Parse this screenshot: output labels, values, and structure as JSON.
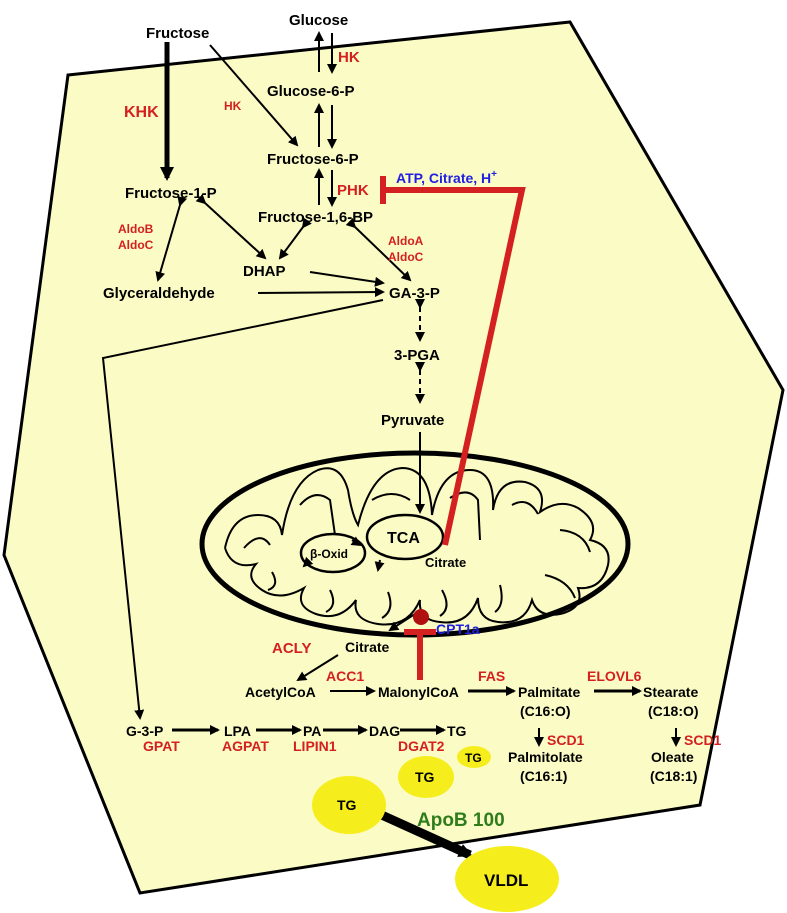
{
  "metabolites": {
    "fructose": "Fructose",
    "glucose": "Glucose",
    "glucose_6_p": "Glucose-6-P",
    "fructose_6_p": "Fructose-6-P",
    "fructose_1_p": "Fructose-1-P",
    "fructose_16_bp": "Fructose-1,6-BP",
    "dhap": "DHAP",
    "glyceraldehyde": "Glyceraldehyde",
    "ga_3_p": "GA-3-P",
    "pga_3": "3-PGA",
    "pyruvate": "Pyruvate",
    "tca": "TCA",
    "beta_oxid": "β-Oxid",
    "citrate_mito": "Citrate",
    "citrate_cyto": "Citrate",
    "acetylcoa": "AcetylCoA",
    "malonylcoa": "MalonylCoA",
    "palmitate": "Palmitate",
    "palmitate_formula": "(C16:O)",
    "stearate": "Stearate",
    "stearate_formula": "(C18:O)",
    "palmitolate": "Palmitolate",
    "palmitolate_formula": "(C16:1)",
    "oleate": "Oleate",
    "oleate_formula": "(C18:1)",
    "g_3_p": "G-3-P",
    "lpa": "LPA",
    "pa": "PA",
    "dag": "DAG",
    "tg": "TG"
  },
  "enzymes": {
    "khk": "KHK",
    "hk_upper": "HK",
    "hk_side": "HK",
    "phk": "PHK",
    "aldob": "AldoB",
    "aldoc_left": "AldoC",
    "aldoa": "AldoA",
    "aldoc_right": "AldoC",
    "acly": "ACLY",
    "acc1": "ACC1",
    "fas": "FAS",
    "elovl6": "ELOVL6",
    "scd1_left": "SCD1",
    "scd1_right": "SCD1",
    "gpat": "GPAT",
    "agpat": "AGPAT",
    "lipin1": "LIPIN1",
    "dgat2": "DGAT2"
  },
  "regulators": {
    "atp_citrate_h": "ATP, Citrate, H",
    "h_superscript": "+",
    "cpt1a": "CPT1a"
  },
  "droplets": {
    "tg_small": "TG",
    "tg_medium": "TG",
    "tg_large": "TG",
    "vldl": "VLDL"
  },
  "apob_label": "ApoB 100",
  "colors": {
    "cell_fill": "#fbfbc5",
    "enzyme_red": "#d42020",
    "regulator_blue": "#2020e0",
    "apob_green": "#2e7d1a",
    "lipid_yellow": "#f5ee1c",
    "inhibition_red": "#d42020"
  }
}
